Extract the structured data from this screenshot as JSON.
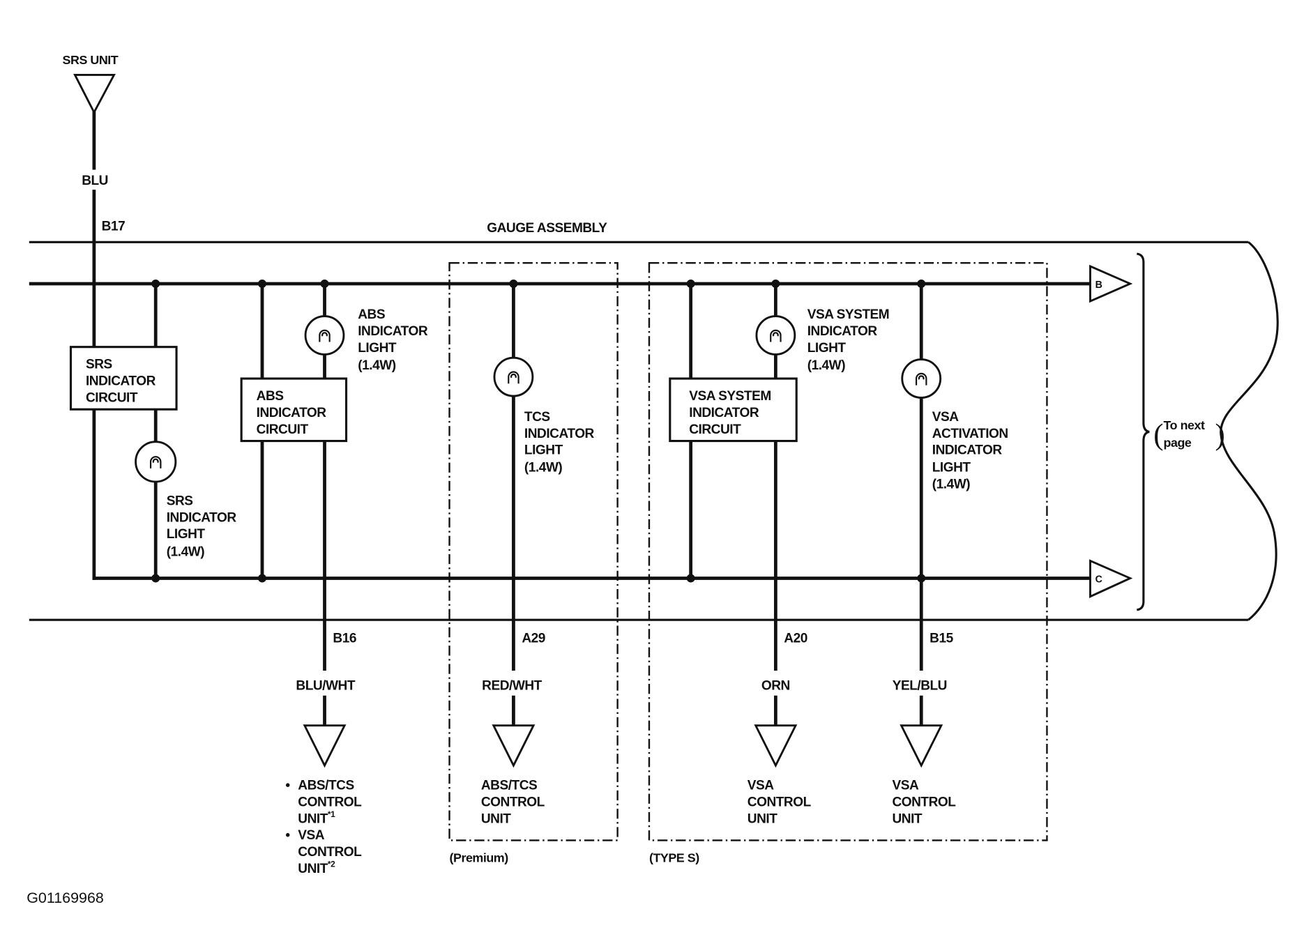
{
  "title_code": "G01169968",
  "srs_unit": "SRS UNIT",
  "srs_feed_wire": "BLU",
  "srs_feed_pin": "B17",
  "gauge_assembly": "GAUGE ASSEMBLY",
  "srs_indicator_circuit": [
    "SRS",
    "INDICATOR",
    "CIRCUIT"
  ],
  "srs_indicator_light": [
    "SRS",
    "INDICATOR",
    "LIGHT",
    "(1.4W)"
  ],
  "abs_indicator_circuit": [
    "ABS",
    "INDICATOR",
    "CIRCUIT"
  ],
  "abs_indicator_light": [
    "ABS",
    "INDICATOR",
    "LIGHT",
    "(1.4W)"
  ],
  "tcs_indicator_light": [
    "TCS",
    "INDICATOR",
    "LIGHT",
    "(1.4W)"
  ],
  "vsa_system_indicator_light": [
    "VSA SYSTEM",
    "INDICATOR",
    "LIGHT",
    "(1.4W)"
  ],
  "vsa_system_indicator_circuit": [
    "VSA SYSTEM",
    "INDICATOR",
    "CIRCUIT"
  ],
  "vsa_activation_indicator_light": [
    "VSA",
    "ACTIVATION",
    "INDICATOR",
    "LIGHT",
    "(1.4W)"
  ],
  "connectors": {
    "top": "B",
    "bottom": "C"
  },
  "to_next_page": {
    "open": "(",
    "lines": [
      "To next",
      "page"
    ],
    "close": ")"
  },
  "outputs": [
    {
      "pin": "B16",
      "wire": "BLU/WHT"
    },
    {
      "pin": "A29",
      "wire": "RED/WHT"
    },
    {
      "pin": "A20",
      "wire": "ORN"
    },
    {
      "pin": "B15",
      "wire": "YEL/BLU"
    }
  ],
  "destinations": {
    "abs_or_vsa": {
      "bullet": "•",
      "first": [
        "ABS/TCS",
        "CONTROL",
        "UNIT"
      ],
      "first_note": "*1",
      "second": [
        "VSA",
        "CONTROL",
        "UNIT"
      ],
      "second_note": "*2"
    },
    "premium": [
      "ABS/TCS",
      "CONTROL",
      "UNIT"
    ],
    "vsa_a": [
      "VSA",
      "CONTROL",
      "UNIT"
    ],
    "vsa_b": [
      "VSA",
      "CONTROL",
      "UNIT"
    ]
  },
  "variants": {
    "premium": "(Premium)",
    "type_s": "(TYPE S)"
  }
}
